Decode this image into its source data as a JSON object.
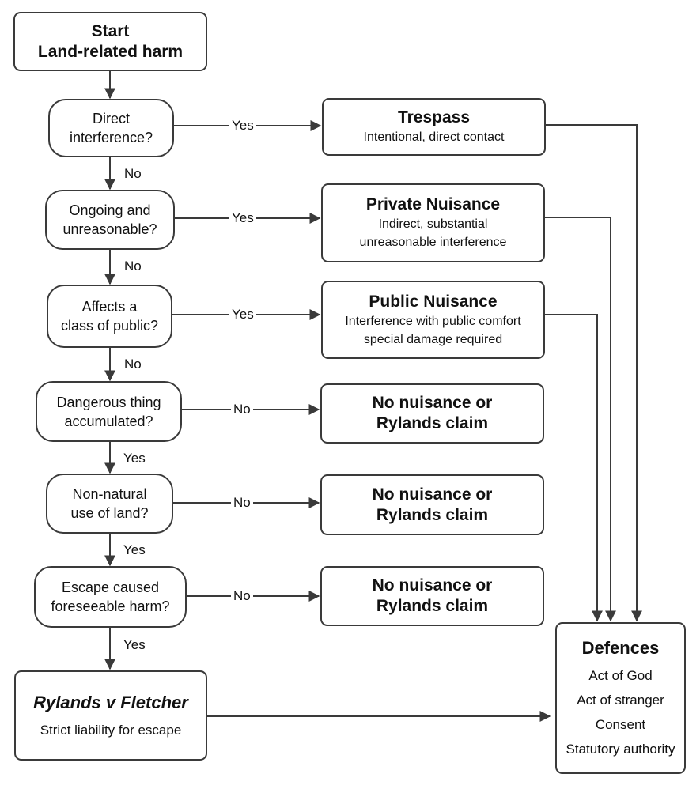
{
  "diagram": {
    "start": {
      "title": "Start",
      "subtitle": "Land-related harm"
    },
    "decisions": [
      {
        "line1": "Direct",
        "line2": "interference?"
      },
      {
        "line1": "Ongoing and",
        "line2": "unreasonable?"
      },
      {
        "line1": "Affects a",
        "line2": "class of public?"
      },
      {
        "line1": "Dangerous thing",
        "line2": "accumulated?"
      },
      {
        "line1": "Non-natural",
        "line2": "use of land?"
      },
      {
        "line1": "Escape caused",
        "line2": "foreseeable harm?"
      }
    ],
    "outcomes": {
      "trespass": {
        "title": "Trespass",
        "line1": "Intentional, direct contact"
      },
      "private_nuisance": {
        "title": "Private Nuisance",
        "line1": "Indirect, substantial",
        "line2": "unreasonable interference"
      },
      "public_nuisance": {
        "title": "Public Nuisance",
        "line1": "Interference with public comfort",
        "line2": "special damage required"
      },
      "no_claim_1": {
        "line1": "No nuisance or",
        "line2": "Rylands claim"
      },
      "no_claim_2": {
        "line1": "No nuisance or",
        "line2": "Rylands claim"
      },
      "no_claim_3": {
        "line1": "No nuisance or",
        "line2": "Rylands claim"
      },
      "rylands": {
        "title": "Rylands v Fletcher",
        "line1": "Strict liability for escape"
      }
    },
    "defences": {
      "title": "Defences",
      "items": [
        "Act of God",
        "Act of stranger",
        "Consent",
        "Statutory authority"
      ]
    },
    "labels": {
      "yes": "Yes",
      "no": "No"
    },
    "colors": {
      "line": "#3a3a3a",
      "text": "#111111",
      "background": "#ffffff"
    }
  }
}
